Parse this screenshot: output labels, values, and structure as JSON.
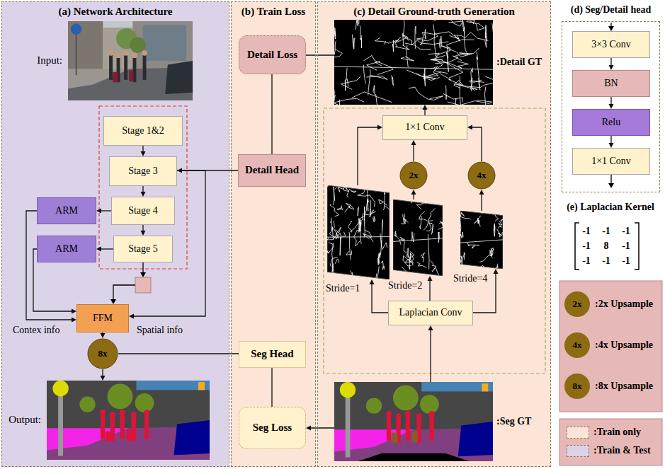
{
  "diagram": {
    "nodes": [
      {
        "text": [
          "(a) Network Architecture"
        ]
      },
      {
        "text": [
          "Input:"
        ],
        "in": 0
      },
      {
        "text": [
          "Stage 1&2"
        ],
        "in": 0
      },
      {
        "text": [
          "Stage 3"
        ],
        "in": 0
      },
      {
        "text": [
          "Stage 4"
        ],
        "in": 0
      },
      {
        "text": [
          "Stage 5"
        ],
        "in": 0
      },
      {
        "text": [
          "ARM"
        ],
        "in": 0
      },
      {
        "text": [
          "ARM"
        ],
        "in": 0
      },
      {
        "text": [
          "FFM"
        ],
        "in": 0
      },
      {
        "text": [
          "8x"
        ],
        "in": 0
      },
      {
        "text": [
          "Output:"
        ],
        "in": 0
      },
      {
        "text": [
          "(b) Train Loss"
        ]
      },
      {
        "text": [
          "Detail Loss"
        ],
        "in": 11
      },
      {
        "text": [
          "Detail Head"
        ],
        "in": 11
      },
      {
        "text": [
          "Seg Head"
        ],
        "in": 11
      },
      {
        "text": [
          "Seg Loss"
        ],
        "in": 11
      },
      {
        "text": [
          "(c) Detail Ground-truth Generation"
        ]
      },
      {
        "text": [
          ":Detail GT"
        ],
        "in": 16
      },
      {
        "text": [
          "1×1 Conv"
        ],
        "in": 16
      },
      {
        "text": [
          "2x"
        ],
        "in": 16
      },
      {
        "text": [
          "4x"
        ],
        "in": 16
      },
      {
        "text": [
          "Stride=1"
        ],
        "in": 16
      },
      {
        "text": [
          "Stride=2"
        ],
        "in": 16
      },
      {
        "text": [
          "Stride=4"
        ],
        "in": 16
      },
      {
        "text": [
          "Laplacian Conv"
        ],
        "in": 16
      },
      {
        "text": [
          ":Seg GT"
        ],
        "in": 16
      },
      {
        "text": [
          "(d) Seg/Detail head"
        ]
      },
      {
        "text": [
          "3×3 Conv"
        ],
        "in": 26
      },
      {
        "text": [
          "BN"
        ],
        "in": 26
      },
      {
        "text": [
          "Relu"
        ],
        "in": 26
      },
      {
        "text": [
          "1×1 Conv"
        ],
        "in": 26
      }
    ],
    "edges": [
      {
        "from": 2,
        "to": 3,
        "arrow": "to"
      },
      {
        "from": 3,
        "to": 4,
        "arrow": "to"
      },
      {
        "from": 4,
        "to": 5,
        "arrow": "to"
      },
      {
        "from": 4,
        "to": 6,
        "arrow": "to"
      },
      {
        "from": 5,
        "to": 7,
        "arrow": "to"
      },
      {
        "from": 6,
        "to": 8,
        "arrow": "to"
      },
      {
        "from": 7,
        "to": 8,
        "arrow": "to"
      },
      {
        "from": 13,
        "to": 3,
        "arrow": "to"
      },
      {
        "from": 3,
        "to": 8,
        "arrow": "to"
      },
      {
        "from": 8,
        "to": 9,
        "arrow": "to"
      },
      {
        "from": 9,
        "to": 10,
        "arrow": "to"
      },
      {
        "from": 9,
        "to": 14,
        "arrow": "none"
      },
      {
        "from": 12,
        "to": 13,
        "arrow": "none"
      },
      {
        "from": 14,
        "to": 15,
        "arrow": "none"
      },
      {
        "from": 12,
        "to": 17,
        "arrow": "none"
      },
      {
        "from": 25,
        "to": 15,
        "arrow": "to"
      },
      {
        "from": 18,
        "to": 17,
        "arrow": "to"
      },
      {
        "from": 21,
        "to": 18,
        "arrow": "to"
      },
      {
        "from": 22,
        "to": 19,
        "arrow": "to"
      },
      {
        "from": 19,
        "to": 18,
        "arrow": "to"
      },
      {
        "from": 23,
        "to": 20,
        "arrow": "to"
      },
      {
        "from": 20,
        "to": 18,
        "arrow": "to"
      },
      {
        "from": 24,
        "to": 21,
        "arrow": "to"
      },
      {
        "from": 24,
        "to": 22,
        "arrow": "to"
      },
      {
        "from": 24,
        "to": 23,
        "arrow": "to"
      },
      {
        "from": 25,
        "to": 24,
        "arrow": "to"
      },
      {
        "from": 27,
        "to": 28,
        "arrow": "to"
      },
      {
        "from": 28,
        "to": 29,
        "arrow": "to"
      },
      {
        "from": 29,
        "to": 30,
        "arrow": "to"
      }
    ],
    "labels": [
      "Contex info",
      "Spatial info",
      "(e) Laplacian Kernel",
      "-1",
      "-1",
      "-1",
      "-1",
      "8",
      "-1",
      "-1",
      "-1",
      "-1",
      "2x",
      "4x",
      "8x"
    ],
    "legend": [
      {
        "text": ":2x Upsample"
      },
      {
        "text": ":4x Upsample"
      },
      {
        "text": ":8x Upsample"
      },
      {
        "text": ":Train only",
        "color": "#fce4d6"
      },
      {
        "text": ":Train & Test",
        "color": "#dcd3e8"
      }
    ]
  }
}
